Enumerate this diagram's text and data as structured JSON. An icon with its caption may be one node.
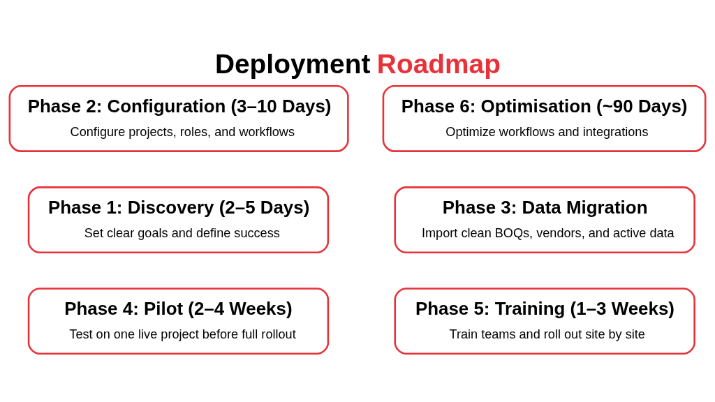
{
  "diagram": {
    "title": "Deployment Roadmap",
    "nodes": [
      {
        "text": [
          "Phase 1: Discovery (2–5 Days)",
          "Set clear goals and define success"
        ]
      },
      {
        "text": [
          "Phase 2: Configuration (3–10 Days)",
          "Configure projects, roles, and workflows"
        ]
      },
      {
        "text": [
          "Phase 3: Data Migration",
          "Import clean BOQs, vendors, and active data"
        ]
      },
      {
        "text": [
          "Phase 4: Pilot (2–4 Weeks)",
          "Test on one live project before full rollout"
        ]
      },
      {
        "text": [
          "Phase 5: Training (1–3 Weeks)",
          "Train teams and roll out site by site"
        ]
      },
      {
        "text": [
          "Phase 6: Optimisation (~90 Days)",
          "Optimize workflows and integrations"
        ]
      }
    ],
    "edges": []
  }
}
